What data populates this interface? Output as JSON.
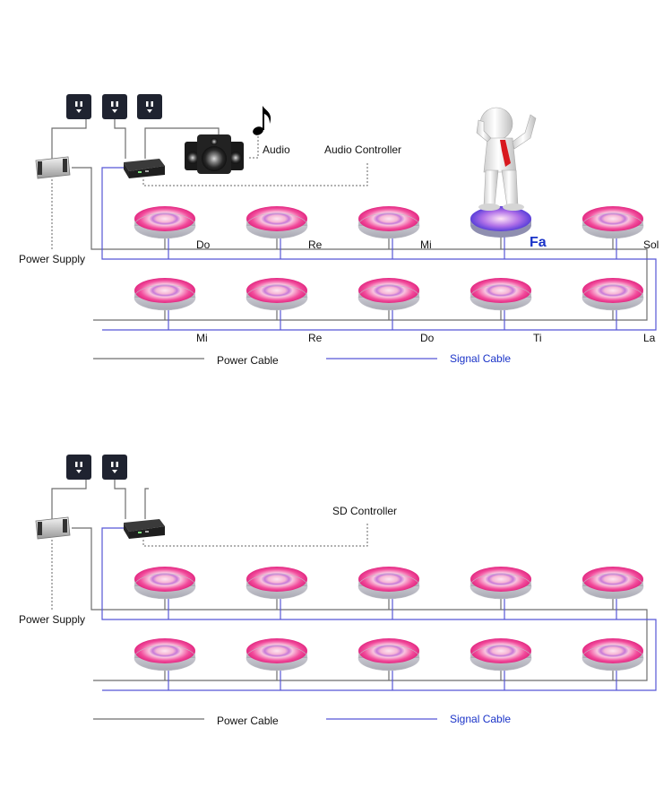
{
  "diagram1": {
    "labels": {
      "audio": "Audio",
      "audio_controller": "Audio Controller",
      "power_supply": "Power Supply",
      "power_cable": "Power Cable",
      "signal_cable": "Signal Cable"
    },
    "row1_notes": [
      "Do",
      "Re",
      "Mi",
      "Fa",
      "Sol"
    ],
    "row2_notes": [
      "Mi",
      "Re",
      "Do",
      "Ti",
      "La"
    ],
    "active_note": "Fa"
  },
  "diagram2": {
    "labels": {
      "sd_controller": "SD Controller",
      "power_supply": "Power Supply",
      "power_cable": "Power Cable",
      "signal_cable": "Signal Cable"
    }
  },
  "colors": {
    "power_cable": "#6e6e6e",
    "signal_cable": "#5656d6",
    "tile_pink": "#f0388c",
    "tile_glow": "#fbd0e6",
    "active_tile": "#7a5cf0",
    "socket": "#1f2330"
  },
  "icons": [
    "wall-socket-icon",
    "power-supply-icon",
    "controller-icon",
    "speaker-icon",
    "music-note-icon",
    "person-figure-icon",
    "led-tile-icon"
  ]
}
